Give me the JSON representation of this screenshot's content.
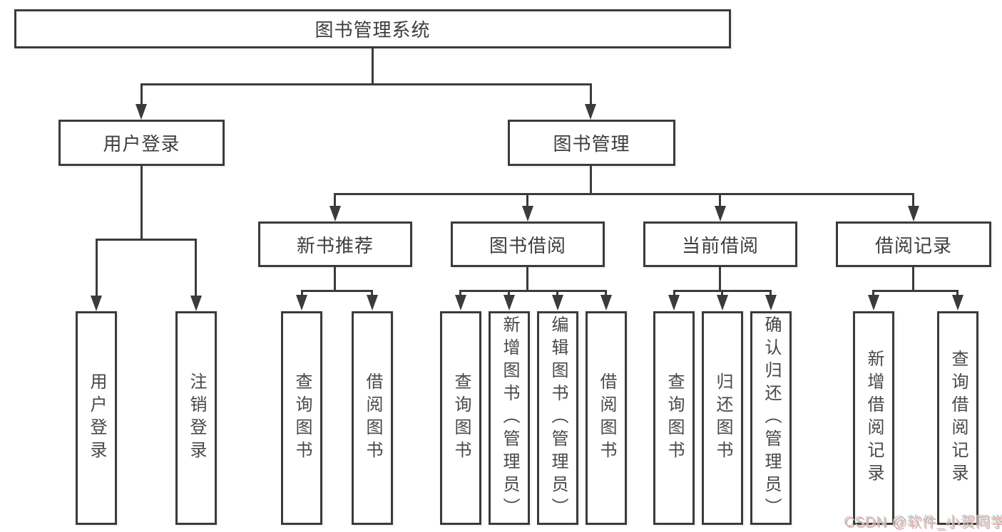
{
  "diagram": {
    "root_label": "图书管理系统",
    "l1": [
      {
        "label": "用户登录",
        "children": [
          "用户登录",
          "注销登录"
        ]
      },
      {
        "label": "图书管理"
      }
    ],
    "l2": [
      {
        "label": "新书推荐",
        "children": [
          "查询图书",
          "借阅图书"
        ]
      },
      {
        "label": "图书借阅",
        "children": [
          "查询图书",
          "新增图书（管理员）",
          "编辑图书（管理员）",
          "借阅图书"
        ]
      },
      {
        "label": "当前借阅",
        "children": [
          "查询图书",
          "归还图书",
          "确认归还（管理员）"
        ]
      },
      {
        "label": "借阅记录",
        "children": [
          "新增借阅记录",
          "查询借阅记录"
        ]
      }
    ]
  },
  "watermark": {
    "text": "CSDN @软件_小贺同学"
  },
  "colors": {
    "line": "#3b3b3b",
    "node_text": "#3d3d3d",
    "leaf_text": "#484848",
    "watermark_text": "#c5c8ce",
    "background": "#ffffff"
  }
}
